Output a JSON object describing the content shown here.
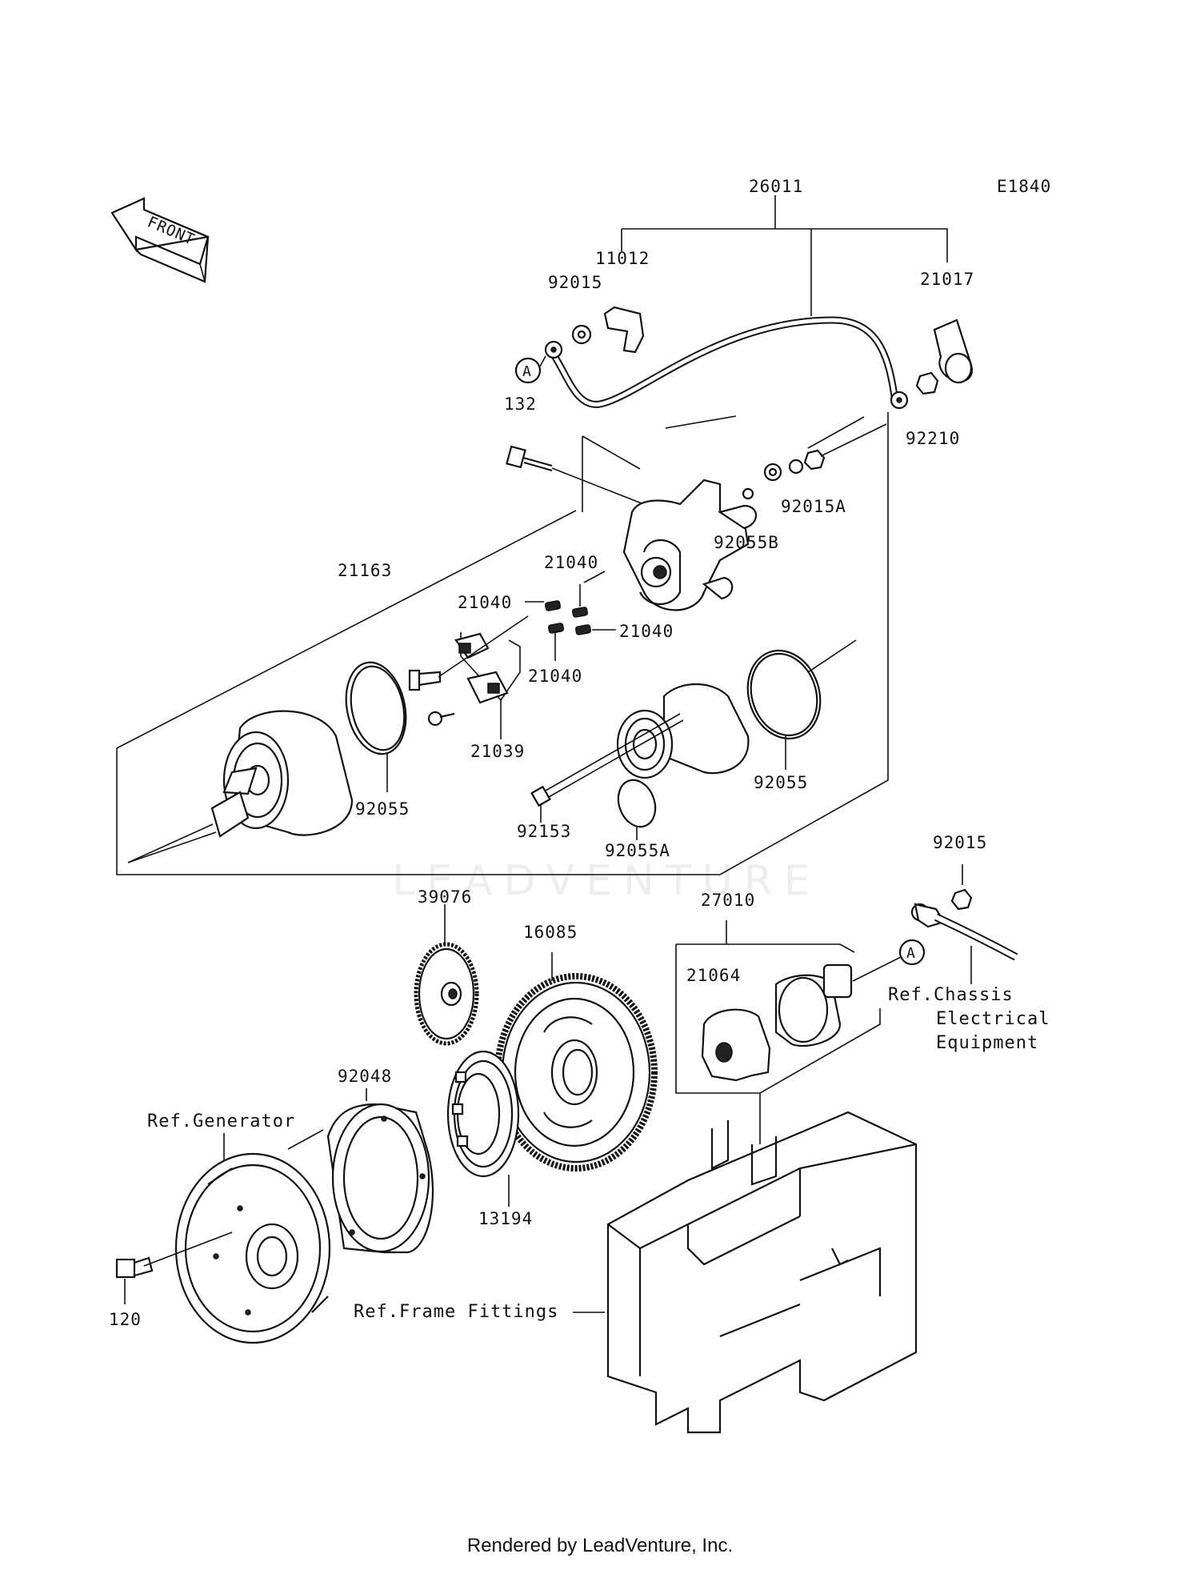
{
  "diagram": {
    "code": "E1840",
    "front_label": "FRONT",
    "marker": "A",
    "watermark": "LEADVENTURE",
    "footer": "Rendered by LeadVenture, Inc.",
    "parts": {
      "p26011": "26011",
      "p11012": "11012",
      "p21017": "21017",
      "p92015_top": "92015",
      "p92210": "92210",
      "p132": "132",
      "p92015A": "92015A",
      "p92055B": "92055B",
      "p21163": "21163",
      "p21040_a": "21040",
      "p21040_b": "21040",
      "p21040_c": "21040",
      "p21040_d": "21040",
      "p21039": "21039",
      "p92055_left": "92055",
      "p92055_right": "92055",
      "p92153": "92153",
      "p92055A": "92055A",
      "p92015_right": "92015",
      "p39076": "39076",
      "p16085": "16085",
      "p27010": "27010",
      "p21064": "21064",
      "p92048": "92048",
      "p13194": "13194",
      "p120": "120"
    },
    "refs": {
      "chassis_line1": "Ref.Chassis",
      "chassis_line2": "Electrical",
      "chassis_line3": "Equipment",
      "generator": "Ref.Generator",
      "frame": "Ref.Frame Fittings"
    }
  }
}
